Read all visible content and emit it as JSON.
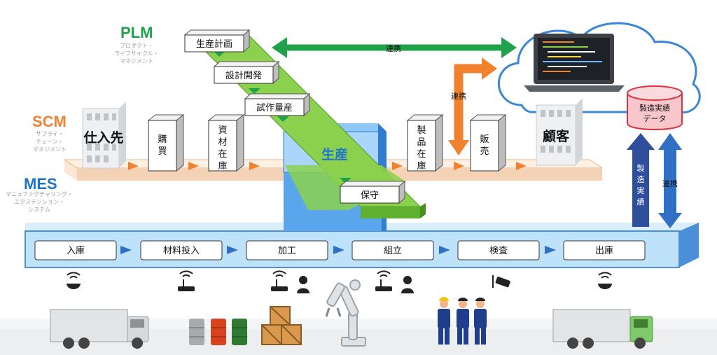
{
  "colors": {
    "plm_green": "#1fa24a",
    "plm_band": "#8bd14e",
    "scm_orange": "#f0812e",
    "mes_blue": "#1f74c8",
    "mes_band": "#bfe2fb",
    "arrow_blue": "#2f6fc4"
  },
  "legend": {
    "plm": {
      "title": "PLM",
      "subtitle": "プロダクト・\nライフサイクル・\nマネジメント"
    },
    "scm": {
      "title": "SCM",
      "subtitle": "サプライ・\nチェーン・\nマネジメント"
    },
    "mes": {
      "title": "MES",
      "subtitle": "マニュファクチャリング・\nエクステンション・\nシステム"
    }
  },
  "plm_steps": [
    "生産計画",
    "設計開発",
    "試作量産"
  ],
  "production_label": "生産",
  "maintenance_label": "保守",
  "scm_boxes": {
    "supplier": "仕入先",
    "purchase": "購買",
    "material_stock": "資材在庫",
    "product_stock": "製品在庫",
    "sales": "販売",
    "customer": "顧客"
  },
  "links": {
    "plm_cloud": "連携",
    "scm_cloud": "連携",
    "mes_data": "連携",
    "manufacturing_results": "製造実績"
  },
  "database_label": "製造実績\nデータ",
  "mes_steps": [
    "入庫",
    "材料投入",
    "加工",
    "組立",
    "検査",
    "出庫"
  ],
  "icons": [
    "wifi-sensor-icon",
    "router-icon",
    "worker-icon",
    "camera-icon",
    "truck-icon",
    "drum-icon",
    "crate-icon",
    "robot-arm-icon",
    "cloud-icon",
    "laptop-icon",
    "database-icon",
    "building-icon"
  ]
}
